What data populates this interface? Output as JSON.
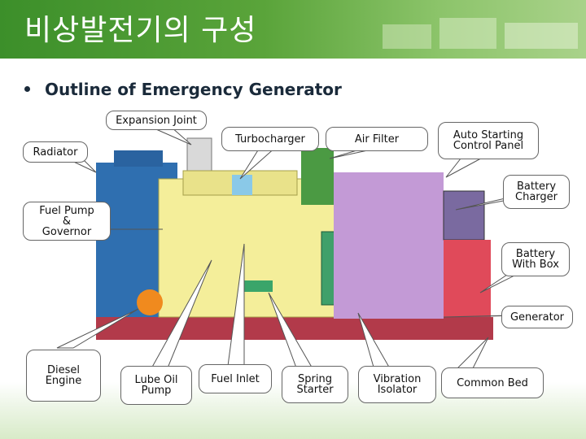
{
  "title": "비상발전기의 구성",
  "subtitle": "Outline of Emergency Generator",
  "labels": {
    "expansion_joint": "Expansion Joint",
    "radiator": "Radiator",
    "turbocharger": "Turbocharger",
    "air_filter": "Air Filter",
    "auto_starting_panel": "Auto Starting\nControl Panel",
    "battery_charger": "Battery\nCharger",
    "fuel_pump": "Fuel Pump\n&\nGovernor",
    "battery_box": "Battery\nWith Box",
    "generator": "Generator",
    "diesel_engine": "Diesel\nEngine",
    "lube_oil_pump": "Lube Oil\nPump",
    "fuel_inlet": "Fuel Inlet",
    "spring_starter": "Spring\nStarter",
    "vibration_isolator": "Vibration\nIsolator",
    "common_bed": "Common Bed"
  },
  "colors": {
    "radiator": "#2f6fb0",
    "engine": "#f4ee9a",
    "panel": "#c39ad6",
    "charger": "#e04a5a",
    "bed": "#b23a4a",
    "header": "#4a9a32"
  }
}
